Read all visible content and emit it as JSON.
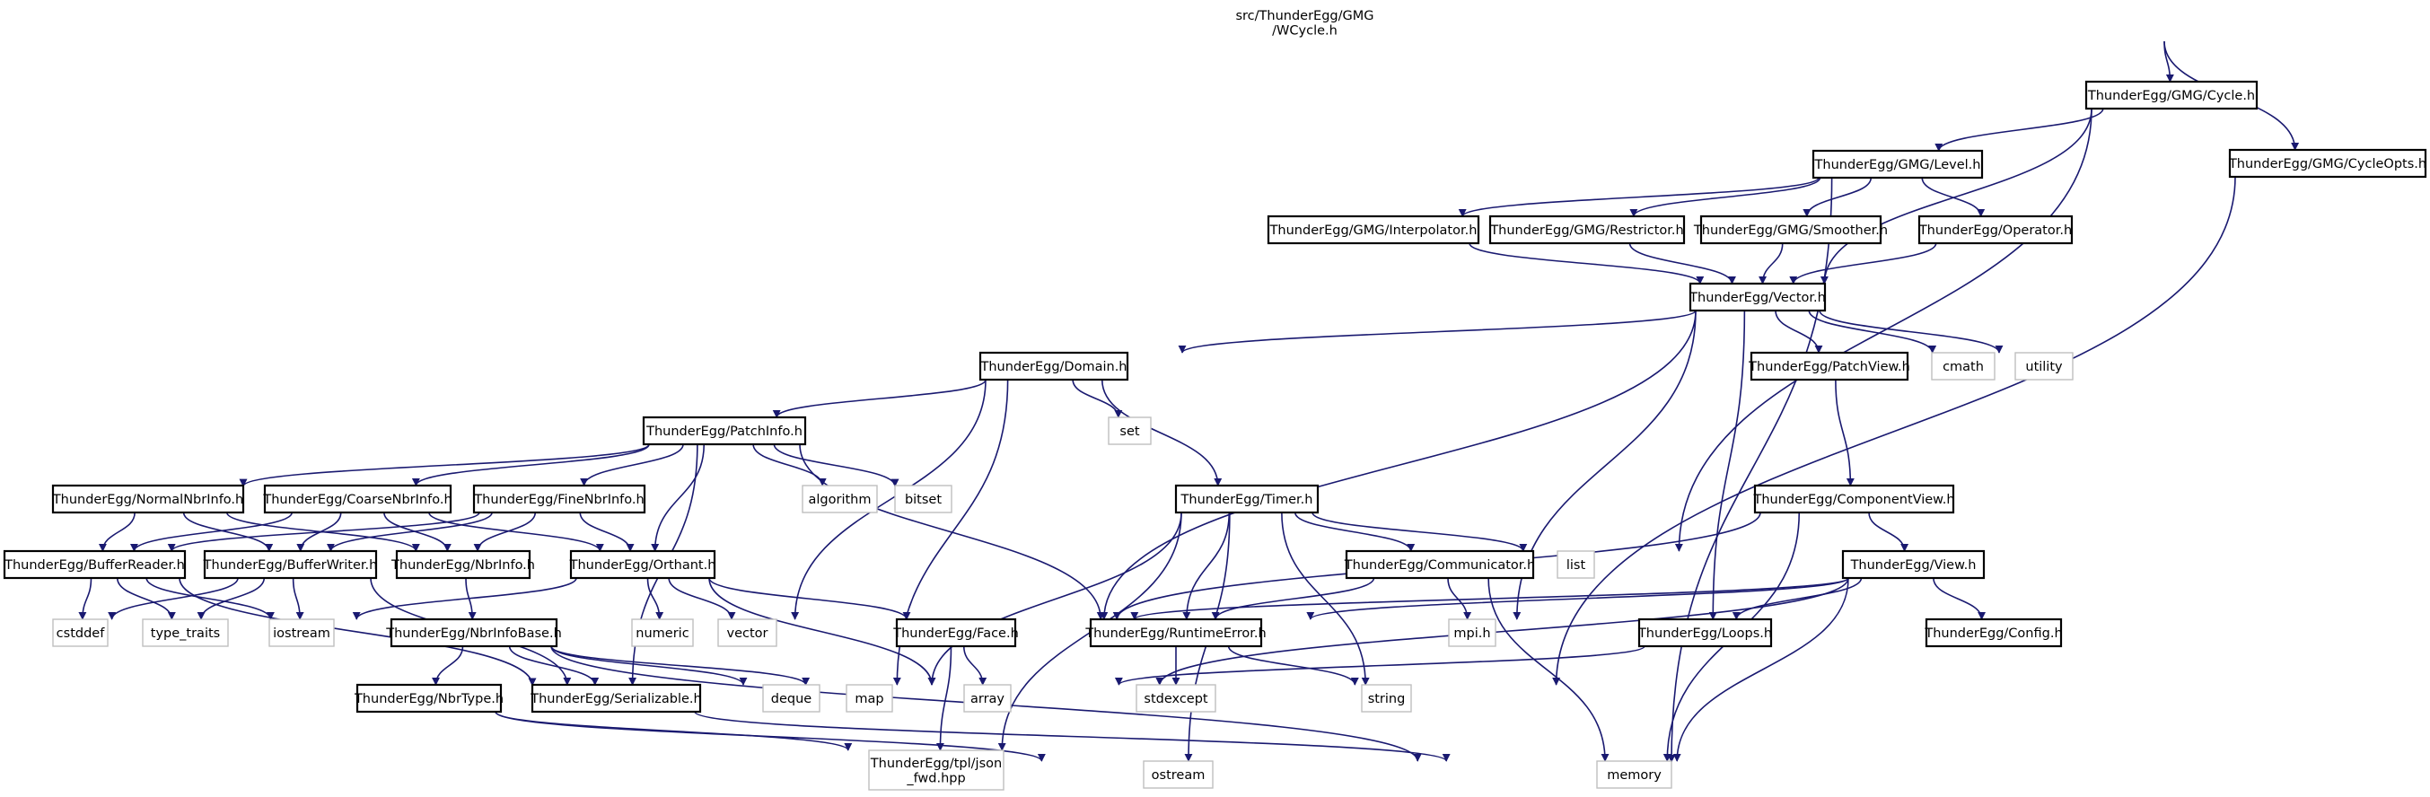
{
  "colors": {
    "edge": "#191970",
    "root_fill": "#bfbfbf",
    "ext_border": "#bfbfbf",
    "header_border": "#000000"
  },
  "nodes": {
    "wcycle": {
      "lines": [
        "src/ThunderEgg/GMG",
        "/WCycle.h"
      ],
      "kind": "root"
    },
    "cycle": {
      "lines": [
        "ThunderEgg/GMG/Cycle.h"
      ],
      "kind": "header"
    },
    "cycleopts": {
      "lines": [
        "ThunderEgg/GMG/CycleOpts.h"
      ],
      "kind": "header"
    },
    "level": {
      "lines": [
        "ThunderEgg/GMG/Level.h"
      ],
      "kind": "header"
    },
    "interpolator": {
      "lines": [
        "ThunderEgg/GMG/Interpolator.h"
      ],
      "kind": "header"
    },
    "restrictor": {
      "lines": [
        "ThunderEgg/GMG/Restrictor.h"
      ],
      "kind": "header"
    },
    "smoother": {
      "lines": [
        "ThunderEgg/GMG/Smoother.h"
      ],
      "kind": "header"
    },
    "operator": {
      "lines": [
        "ThunderEgg/Operator.h"
      ],
      "kind": "header"
    },
    "vector": {
      "lines": [
        "ThunderEgg/Vector.h"
      ],
      "kind": "header"
    },
    "domain": {
      "lines": [
        "ThunderEgg/Domain.h"
      ],
      "kind": "header"
    },
    "patchview": {
      "lines": [
        "ThunderEgg/PatchView.h"
      ],
      "kind": "header"
    },
    "cmath": {
      "lines": [
        "cmath"
      ],
      "kind": "ext"
    },
    "utility": {
      "lines": [
        "utility"
      ],
      "kind": "ext"
    },
    "set": {
      "lines": [
        "set"
      ],
      "kind": "ext"
    },
    "patchinfo": {
      "lines": [
        "ThunderEgg/PatchInfo.h"
      ],
      "kind": "header"
    },
    "timer": {
      "lines": [
        "ThunderEgg/Timer.h"
      ],
      "kind": "header"
    },
    "componentview": {
      "lines": [
        "ThunderEgg/ComponentView.h"
      ],
      "kind": "header"
    },
    "normalnbrinfo": {
      "lines": [
        "ThunderEgg/NormalNbrInfo.h"
      ],
      "kind": "header"
    },
    "coarsenbrinfo": {
      "lines": [
        "ThunderEgg/CoarseNbrInfo.h"
      ],
      "kind": "header"
    },
    "finenbrinfo": {
      "lines": [
        "ThunderEgg/FineNbrInfo.h"
      ],
      "kind": "header"
    },
    "algorithm": {
      "lines": [
        "algorithm"
      ],
      "kind": "ext"
    },
    "bitset": {
      "lines": [
        "bitset"
      ],
      "kind": "ext"
    },
    "list": {
      "lines": [
        "list"
      ],
      "kind": "ext"
    },
    "bufferreader": {
      "lines": [
        "ThunderEgg/BufferReader.h"
      ],
      "kind": "header"
    },
    "bufferwriter": {
      "lines": [
        "ThunderEgg/BufferWriter.h"
      ],
      "kind": "header"
    },
    "nbrinfo": {
      "lines": [
        "ThunderEgg/NbrInfo.h"
      ],
      "kind": "header"
    },
    "orthant": {
      "lines": [
        "ThunderEgg/Orthant.h"
      ],
      "kind": "header"
    },
    "communicator": {
      "lines": [
        "ThunderEgg/Communicator.h"
      ],
      "kind": "header"
    },
    "view": {
      "lines": [
        "ThunderEgg/View.h"
      ],
      "kind": "header"
    },
    "cstddef": {
      "lines": [
        "cstddef"
      ],
      "kind": "ext"
    },
    "type_traits": {
      "lines": [
        "type_traits"
      ],
      "kind": "ext"
    },
    "iostream": {
      "lines": [
        "iostream"
      ],
      "kind": "ext"
    },
    "numeric": {
      "lines": [
        "numeric"
      ],
      "kind": "ext"
    },
    "vectorstd": {
      "lines": [
        "vector"
      ],
      "kind": "ext"
    },
    "face": {
      "lines": [
        "ThunderEgg/Face.h"
      ],
      "kind": "header"
    },
    "runtimeerror": {
      "lines": [
        "ThunderEgg/RuntimeError.h"
      ],
      "kind": "header"
    },
    "mpi": {
      "lines": [
        "mpi.h"
      ],
      "kind": "ext"
    },
    "loops": {
      "lines": [
        "ThunderEgg/Loops.h"
      ],
      "kind": "header"
    },
    "config": {
      "lines": [
        "ThunderEgg/Config.h"
      ],
      "kind": "header"
    },
    "nbrinfobase": {
      "lines": [
        "ThunderEgg/NbrInfoBase.h"
      ],
      "kind": "header"
    },
    "serializable": {
      "lines": [
        "ThunderEgg/Serializable.h"
      ],
      "kind": "header"
    },
    "nbrtype": {
      "lines": [
        "ThunderEgg/NbrType.h"
      ],
      "kind": "header"
    },
    "deque": {
      "lines": [
        "deque"
      ],
      "kind": "ext"
    },
    "map": {
      "lines": [
        "map"
      ],
      "kind": "ext"
    },
    "array": {
      "lines": [
        "array"
      ],
      "kind": "ext"
    },
    "stdexcept": {
      "lines": [
        "stdexcept"
      ],
      "kind": "ext"
    },
    "string": {
      "lines": [
        "string"
      ],
      "kind": "ext"
    },
    "jsonfwd": {
      "lines": [
        "ThunderEgg/tpl/json",
        "_fwd.hpp"
      ],
      "kind": "ext"
    },
    "ostream": {
      "lines": [
        "ostream"
      ],
      "kind": "ext"
    },
    "memory": {
      "lines": [
        "memory"
      ],
      "kind": "ext"
    }
  }
}
